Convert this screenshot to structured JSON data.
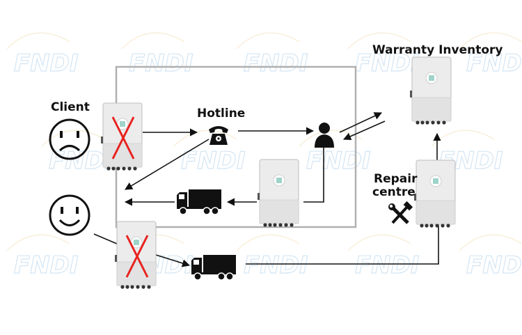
{
  "labels": {
    "client": "Client",
    "hotline": "Hotline",
    "warranty_inventory": "Warranty Inventory",
    "repair_centre_line1": "Repair",
    "repair_centre_line2": "centre"
  },
  "watermark": {
    "text": "FNDI"
  },
  "colors": {
    "line": "#111111",
    "frame": "#b0b0b0",
    "cross": "#e8231f",
    "inverter_body": "#e9e9ea",
    "watermark": "#9fc7e6"
  },
  "icons": {
    "sad_face": "sad-face-icon",
    "happy_face": "happy-face-icon",
    "phone": "telephone-icon",
    "agent": "person-silhouette-icon",
    "truck": "truck-icon",
    "tools": "wrench-hammer-icon",
    "inverter": "inverter-device-icon"
  }
}
